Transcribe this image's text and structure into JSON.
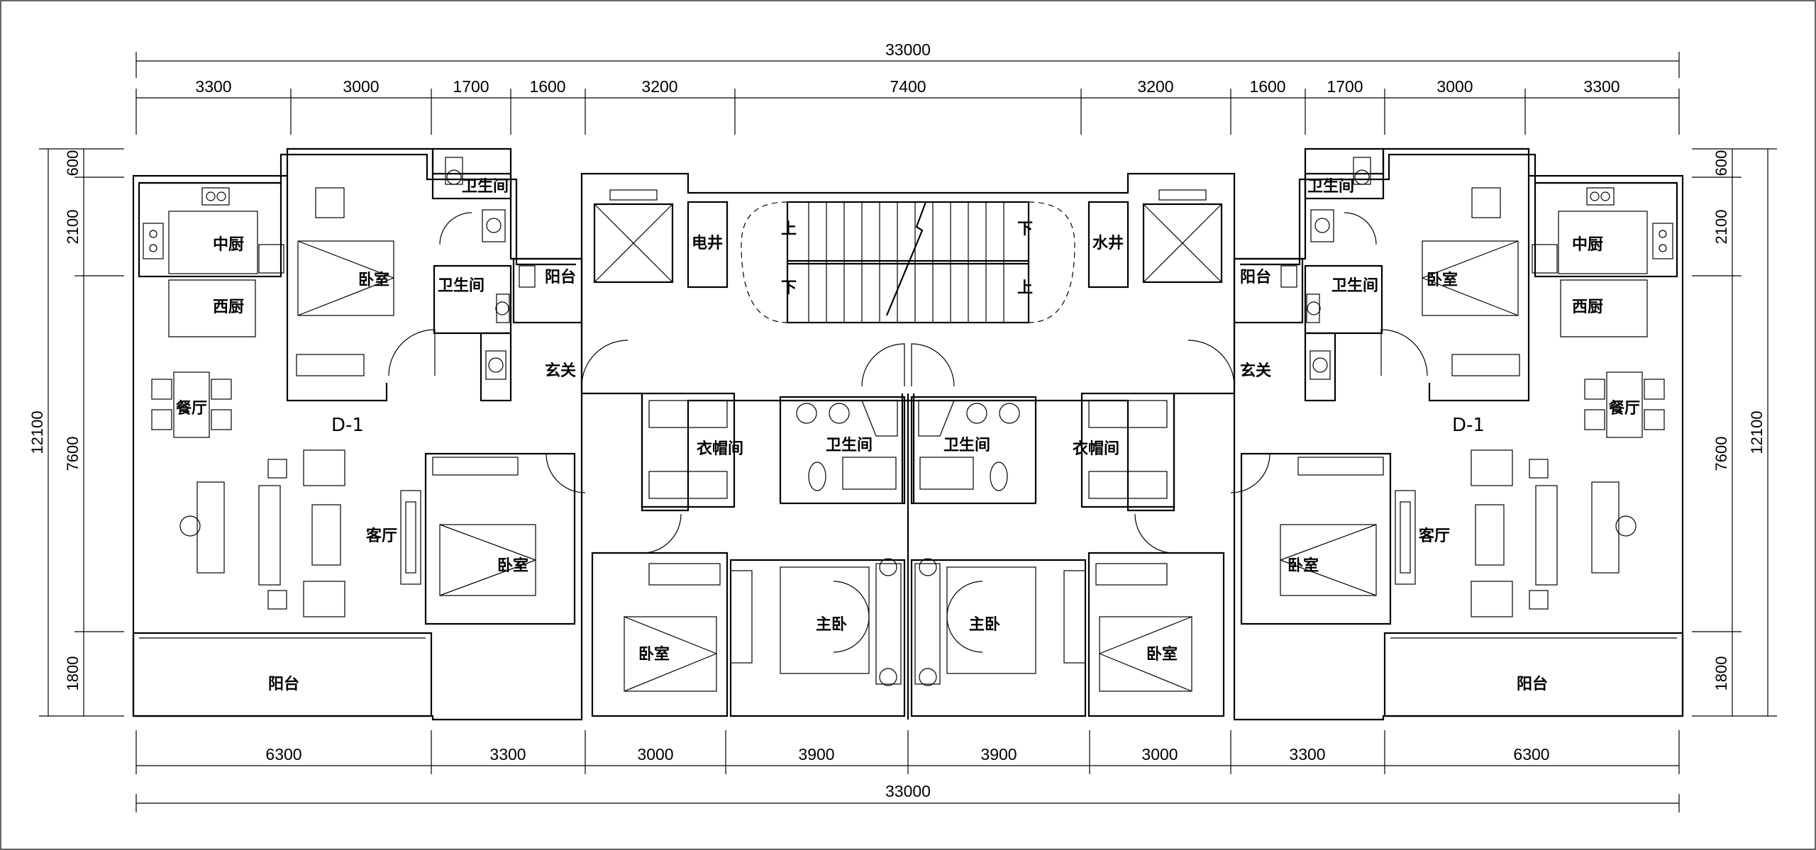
{
  "plan": {
    "unit_label": "D-1",
    "top_dims": [
      "3300",
      "3000",
      "1700",
      "1600",
      "3200",
      "7400",
      "3200",
      "1600",
      "1700",
      "3000",
      "3300"
    ],
    "top_total": "33000",
    "bottom_dims": [
      "6300",
      "3300",
      "3000",
      "3900",
      "3900",
      "3000",
      "3300",
      "6300"
    ],
    "bottom_total": "33000",
    "left_dims": [
      "600",
      "2100",
      "7600",
      "1800"
    ],
    "left_total": "12100",
    "right_dims": [
      "600",
      "2100",
      "7600",
      "1800"
    ],
    "right_total": "12100",
    "rooms": {
      "zhongchu": "中厨",
      "xichu": "西厨",
      "canting": "餐厅",
      "keting": "客厅",
      "woshi": "卧室",
      "zhuwo": "主卧",
      "weishengjian": "卫生间",
      "yangtai": "阳台",
      "xuanguan": "玄关",
      "yimaojian": "衣帽间",
      "dianjing": "电井",
      "shuijing": "水井",
      "up": "上",
      "down": "下"
    }
  }
}
